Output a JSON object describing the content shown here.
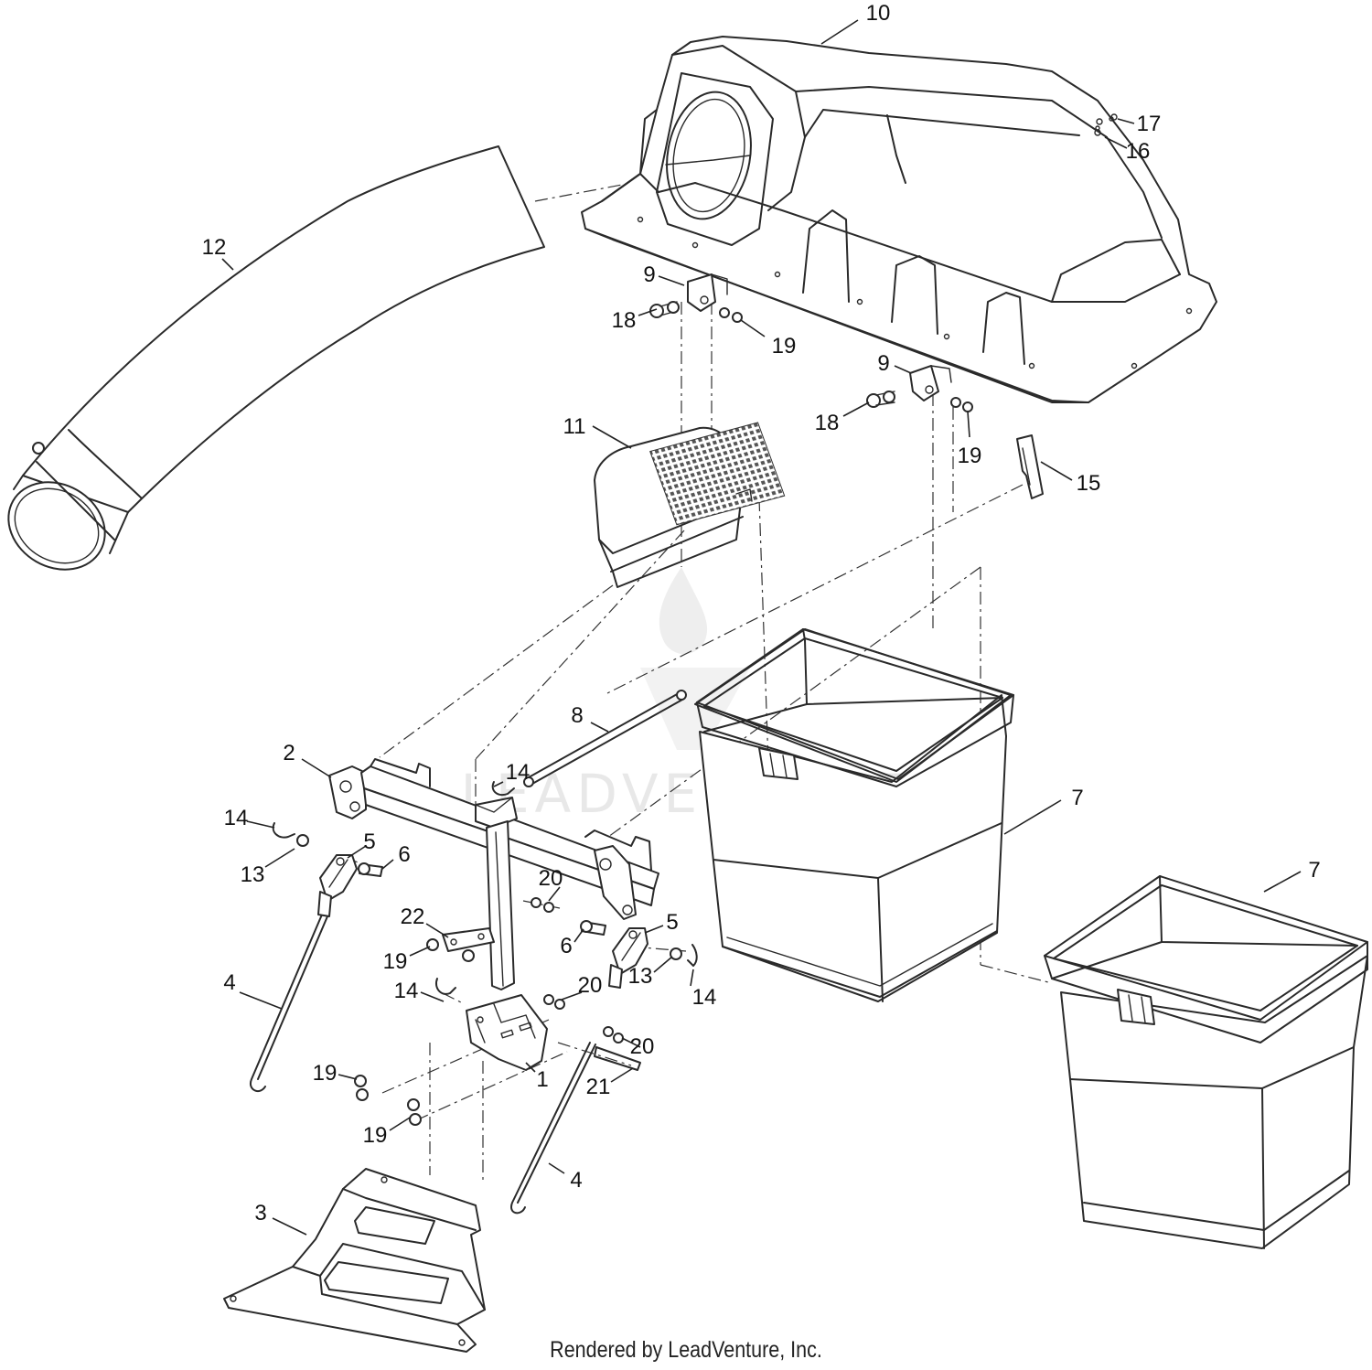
{
  "callouts": {
    "c1": "1",
    "c2": "2",
    "c3": "3",
    "c4a": "4",
    "c4b": "4",
    "c5a": "5",
    "c5b": "5",
    "c6a": "6",
    "c6b": "6",
    "c7a": "7",
    "c7b": "7",
    "c8": "8",
    "c9a": "9",
    "c9b": "9",
    "c10": "10",
    "c11": "11",
    "c12": "12",
    "c13a": "13",
    "c13b": "13",
    "c14a": "14",
    "c14b": "14",
    "c14c": "14",
    "c14d": "14",
    "c15": "15",
    "c16": "16",
    "c17": "17",
    "c18a": "18",
    "c18b": "18",
    "c19a": "19",
    "c19b": "19",
    "c19c": "19",
    "c19d": "19",
    "c19e": "19",
    "c20a": "20",
    "c20b": "20",
    "c20c": "20",
    "c21": "21",
    "c22": "22"
  },
  "watermark": "LEADVENTURE",
  "footer": {
    "credit": "Rendered by LeadVenture, Inc."
  }
}
